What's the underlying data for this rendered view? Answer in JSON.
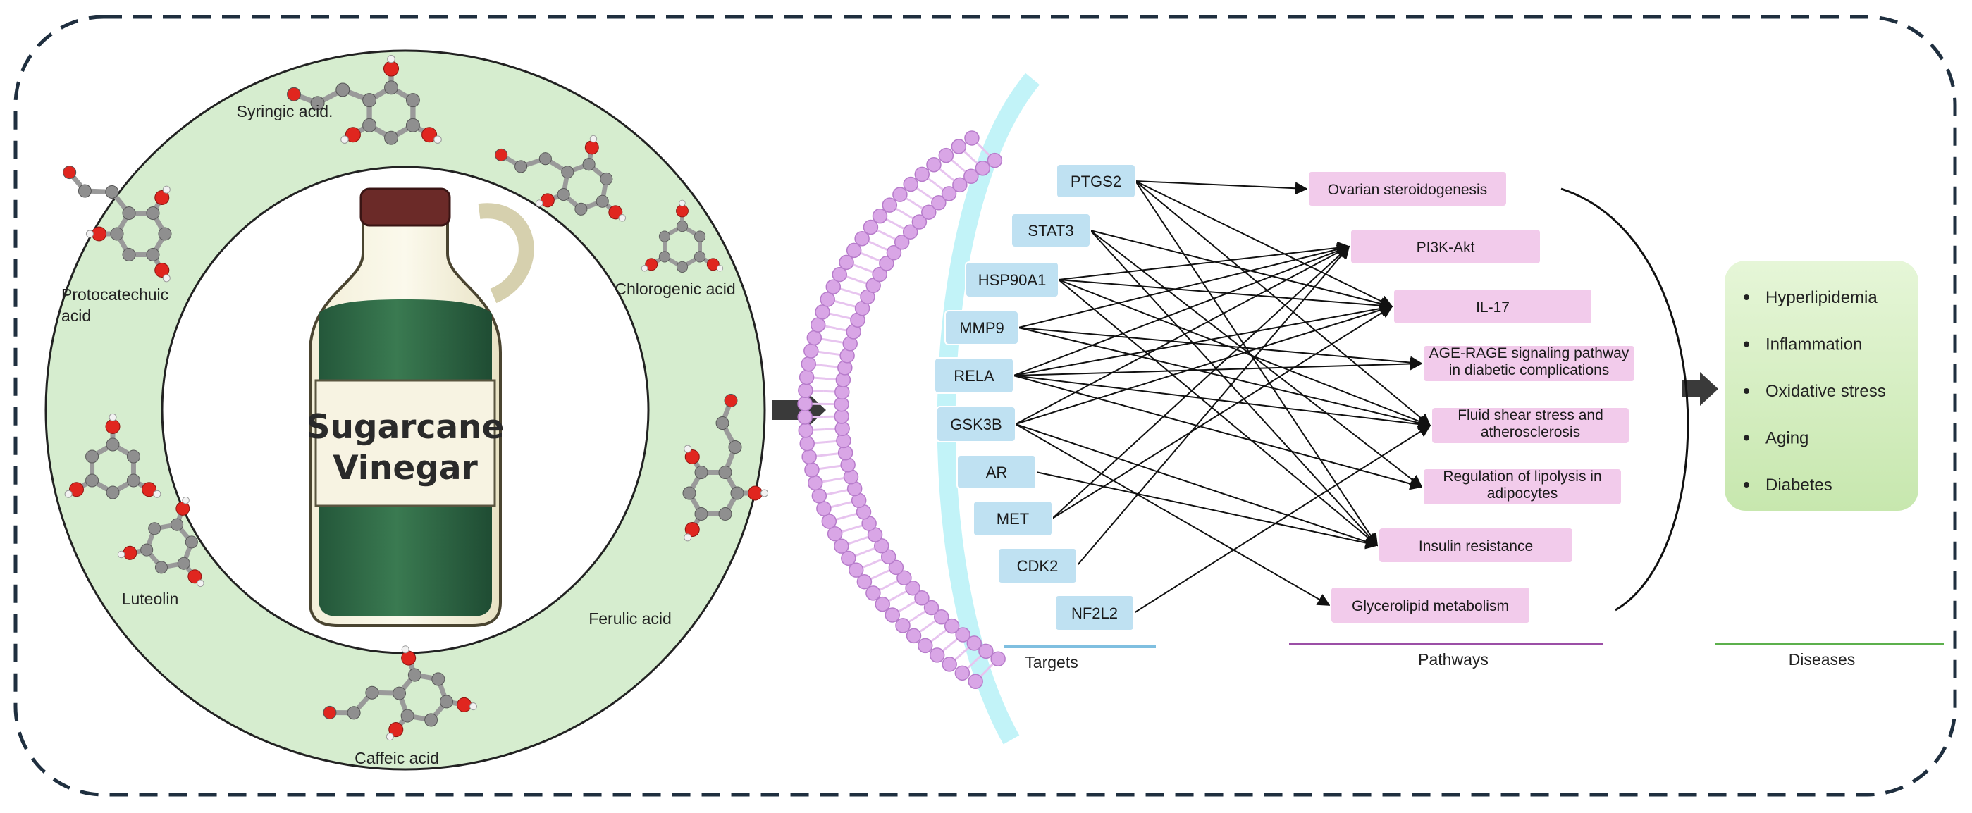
{
  "compounds": [
    {
      "name": "Syringic acid."
    },
    {
      "name": "Protocatechuic acid"
    },
    {
      "name": "Chlorogenic acid"
    },
    {
      "name": "Luteolin"
    },
    {
      "name": "Ferulic acid"
    },
    {
      "name": "Caffeic acid"
    }
  ],
  "bottle": {
    "line1": "Sugarcane",
    "line2": "Vinegar"
  },
  "targets": [
    "PTGS2",
    "STAT3",
    "HSP90A1",
    "MMP9",
    "RELA",
    "GSK3B",
    "AR",
    "MET",
    "CDK2",
    "NF2L2"
  ],
  "pathways": [
    [
      "Ovarian steroidogenesis"
    ],
    [
      "PI3K-Akt"
    ],
    [
      "IL-17"
    ],
    [
      "AGE-RAGE  signaling pathway",
      "in diabetic complications"
    ],
    [
      "Fluid shear stress and",
      "atherosclerosis"
    ],
    [
      "Regulation of lipolysis in",
      "adipocytes"
    ],
    [
      "Insulin resistance"
    ],
    [
      "Glycerolipid metabolism"
    ]
  ],
  "links": [
    [
      0,
      0
    ],
    [
      0,
      2
    ],
    [
      0,
      4
    ],
    [
      0,
      6
    ],
    [
      1,
      2
    ],
    [
      1,
      5
    ],
    [
      1,
      6
    ],
    [
      2,
      1
    ],
    [
      2,
      2
    ],
    [
      2,
      4
    ],
    [
      2,
      6
    ],
    [
      3,
      1
    ],
    [
      3,
      3
    ],
    [
      3,
      4
    ],
    [
      4,
      1
    ],
    [
      4,
      2
    ],
    [
      4,
      3
    ],
    [
      4,
      4
    ],
    [
      4,
      5
    ],
    [
      5,
      1
    ],
    [
      5,
      2
    ],
    [
      5,
      6
    ],
    [
      5,
      7
    ],
    [
      6,
      6
    ],
    [
      7,
      1
    ],
    [
      7,
      2
    ],
    [
      8,
      1
    ],
    [
      9,
      4
    ]
  ],
  "diseases": [
    "Hyperlipidemia",
    "Inflammation",
    "Oxidative stress",
    "Aging",
    "Diabetes"
  ],
  "section_labels": {
    "targets": "Targets",
    "pathways": "Pathways",
    "diseases": "Diseases"
  },
  "colors": {
    "ring": "#d6edcf",
    "target_box": "#bfe1f2",
    "pathway_box": "#f2cbeb",
    "disease_box_top": "#e6f6d8",
    "disease_box_bottom": "#c7e7ae",
    "targets_rule": "#7fbfe0",
    "pathways_rule": "#9b4fa6",
    "diseases_rule": "#5cb04c",
    "membrane": "#d9a6e6",
    "membrane_glow": "#8fe9f3",
    "bottle_liquid": "#2f6b45",
    "bottle_cap": "#6b2a28",
    "oxygen": "#e0261f",
    "carbon": "#8f8f8f"
  }
}
